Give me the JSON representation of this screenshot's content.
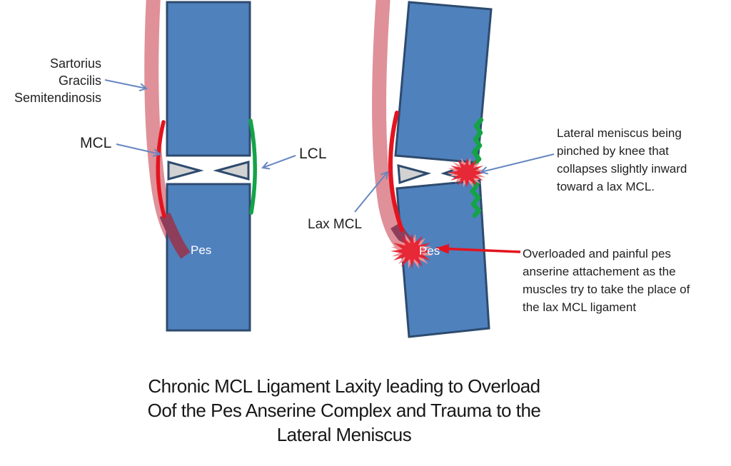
{
  "colors": {
    "bone_fill": "#4f81bd",
    "bone_border": "#2d4b6e",
    "tendon_pink": "#df9098",
    "tendon_overlap_maroon": "#8e3e5b",
    "mcl_red": "#e3141f",
    "lcl_green": "#14a347",
    "meniscus_gray": "#d2d2d2",
    "callout_arrow_blue": "#6787c1",
    "callout_arrow_red": "#e3141f",
    "trauma_burst_red": "#e6202e",
    "text": "#1f1f1f"
  },
  "left_diagram": {
    "tendon_label": {
      "lines": [
        "Sartorius",
        "Gracilis",
        "Semitendinosis"
      ]
    },
    "mcl_label": "MCL",
    "lcl_label": "LCL",
    "pes_label": "Pes"
  },
  "right_diagram": {
    "lax_mcl_label": "Lax MCL",
    "pes_label": "Pes",
    "meniscus_callout": {
      "lines": [
        "Lateral meniscus being",
        "pinched by knee that",
        "collapses slightly inward",
        "toward a lax MCL."
      ]
    },
    "pes_callout": {
      "lines": [
        "Overloaded and painful pes",
        "anserine attachement as the",
        "muscles try to take the place of",
        "the lax MCL ligament"
      ]
    }
  },
  "caption": {
    "lines": [
      "Chronic MCL Ligament Laxity leading to Overload",
      "Oof the Pes Anserine Complex and Trauma to the",
      "Lateral Meniscus"
    ]
  }
}
